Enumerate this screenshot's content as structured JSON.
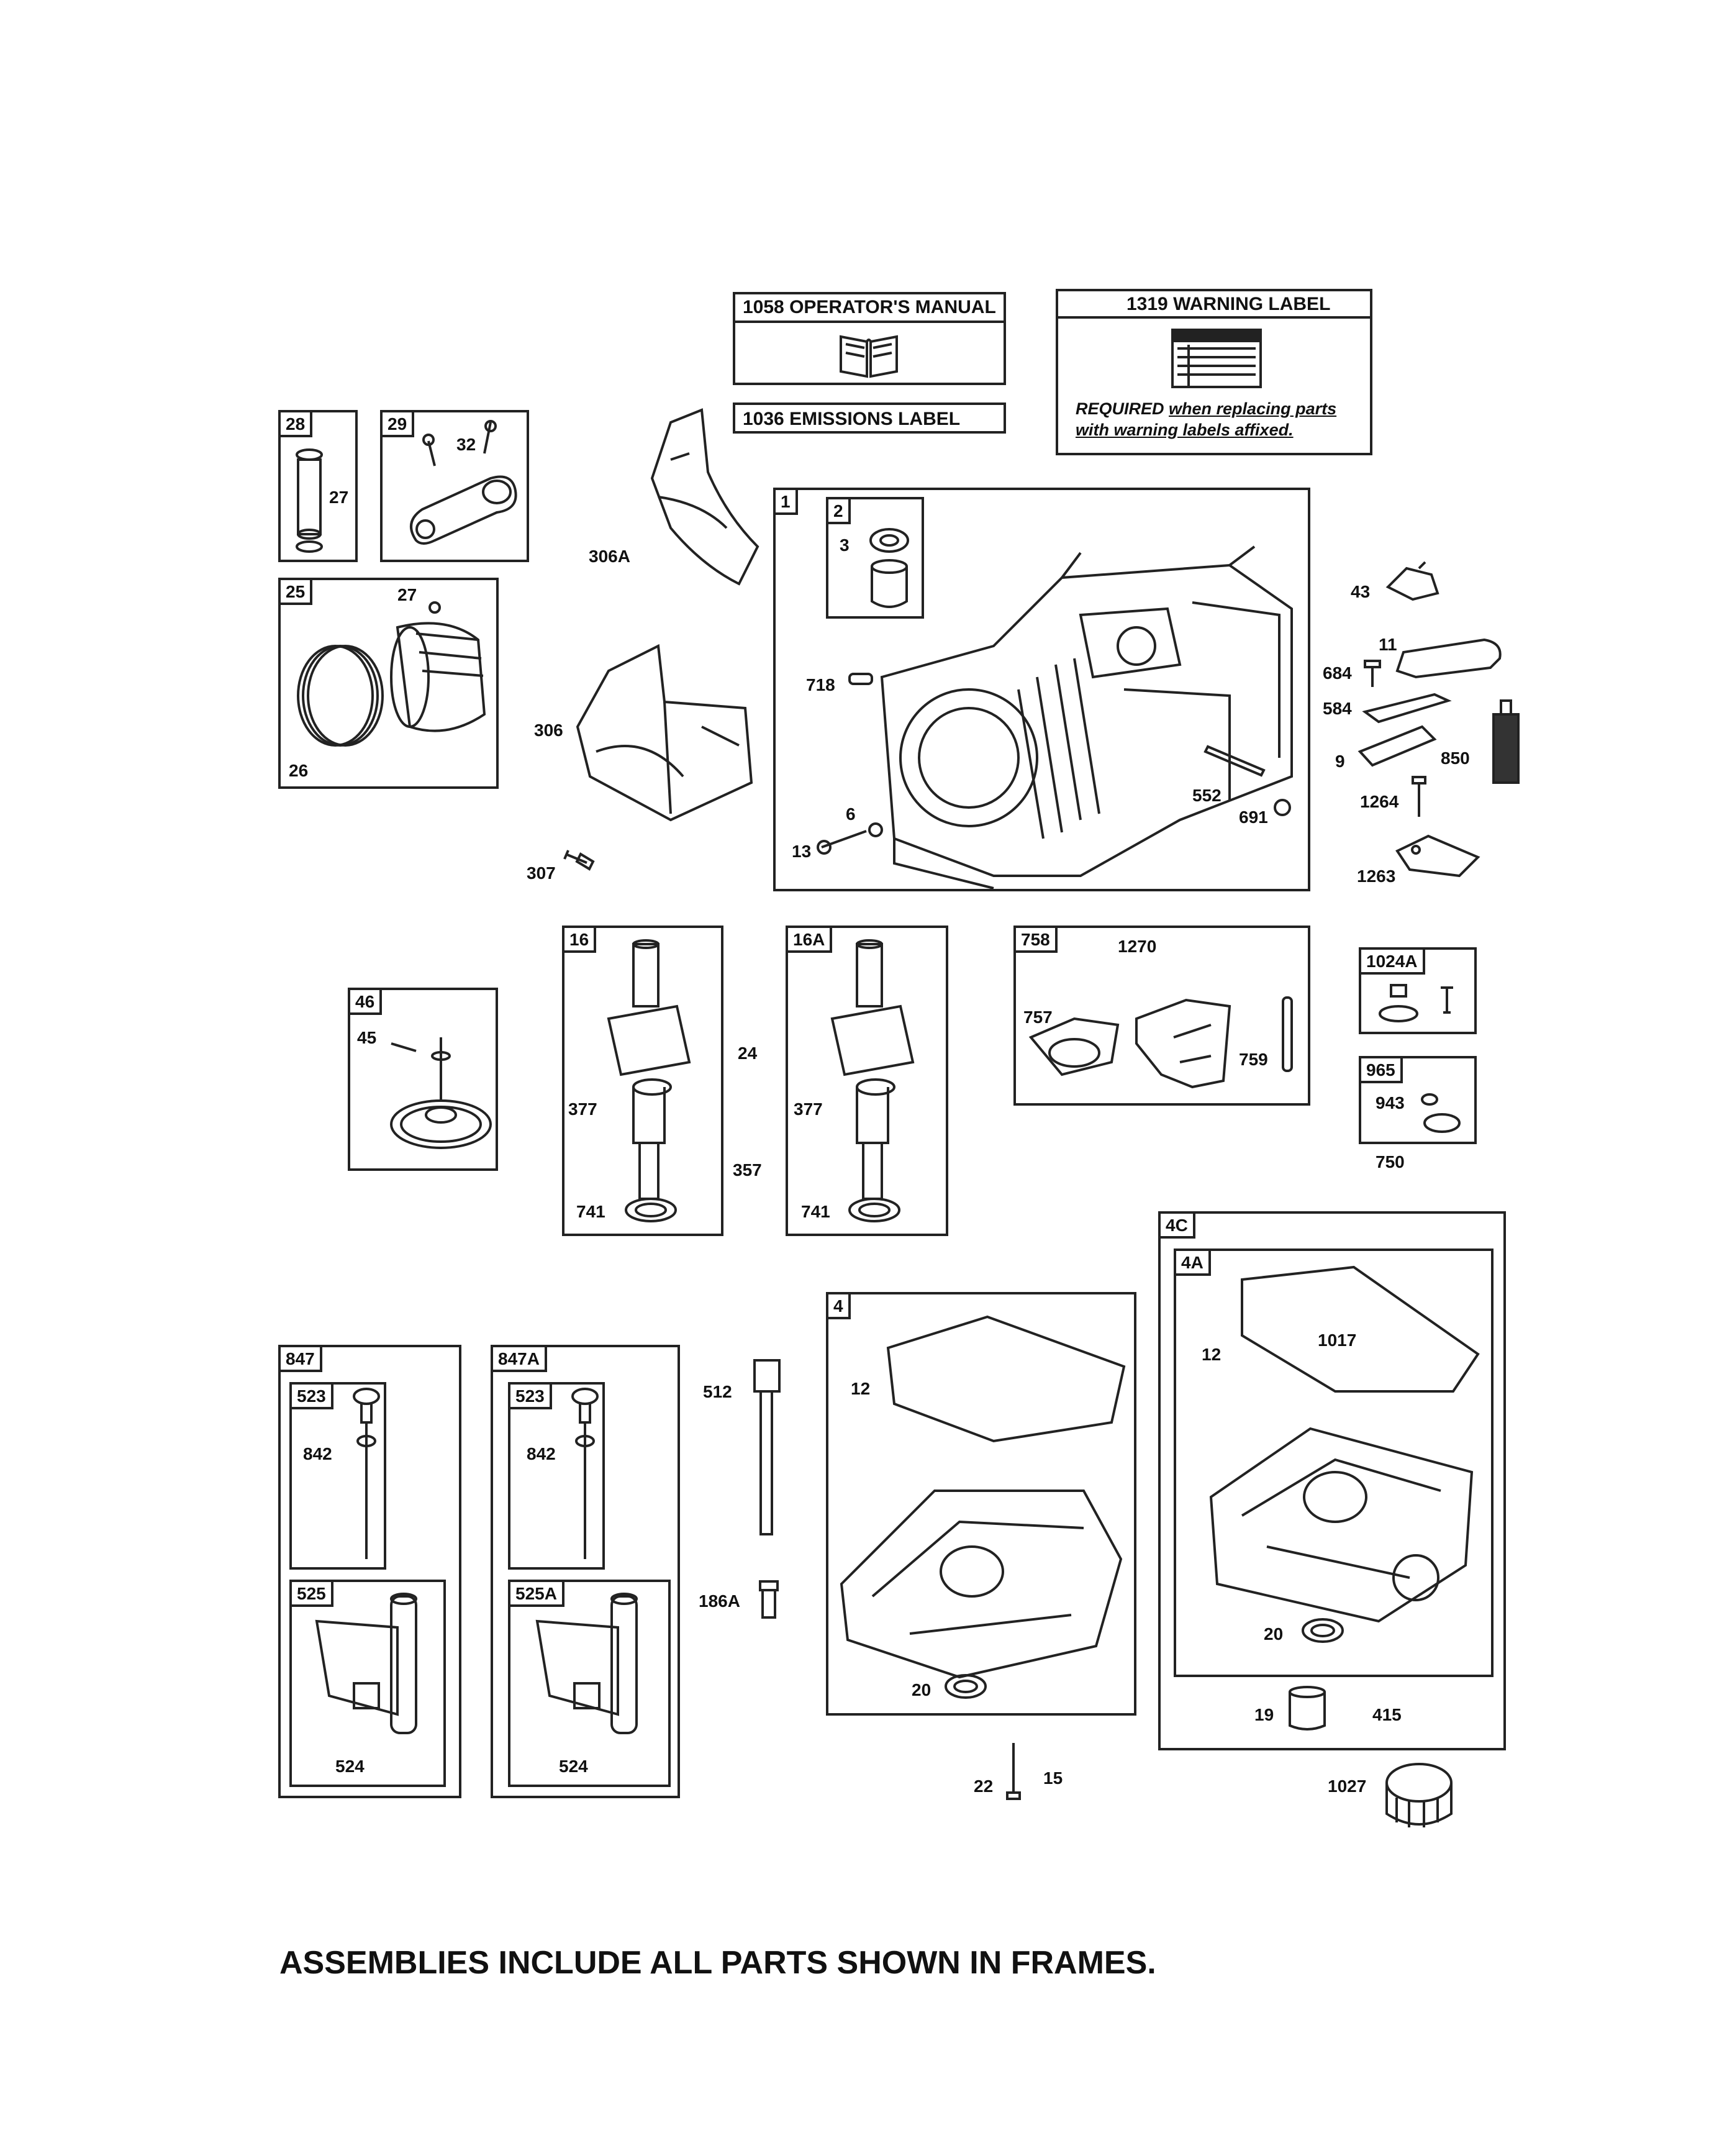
{
  "info_boxes": {
    "operators_manual": "1058 OPERATOR'S MANUAL",
    "emissions_label": "1036 EMISSIONS LABEL",
    "warning_label": "1319 WARNING LABEL",
    "warning_note_bold": "REQUIRED",
    "warning_note_rest": "when replacing parts with warning labels affixed."
  },
  "frame_tags": {
    "f28": "28",
    "f29": "29",
    "f25": "25",
    "f1": "1",
    "f2": "2",
    "f16": "16",
    "f16a": "16A",
    "f46": "46",
    "f758": "758",
    "f1024a": "1024A",
    "f965": "965",
    "f4c": "4C",
    "f4a": "4A",
    "f4": "4",
    "f847": "847",
    "f847a": "847A",
    "f523a": "523",
    "f525": "525",
    "f523b": "523",
    "f525a": "525A"
  },
  "part_labels": {
    "p27a": "27",
    "p32": "32",
    "p27b": "27",
    "p26": "26",
    "p306a": "306A",
    "p306": "306",
    "p307": "307",
    "p3": "3",
    "p718": "718",
    "p6": "6",
    "p13": "13",
    "p552": "552",
    "p691": "691",
    "p43": "43",
    "p11": "11",
    "p684": "684",
    "p584": "584",
    "p9": "9",
    "p850": "850",
    "p1264": "1264",
    "p1263": "1263",
    "p45": "45",
    "p377a": "377",
    "p741a": "741",
    "p24": "24",
    "p357": "357",
    "p377b": "377",
    "p741b": "741",
    "p1270": "1270",
    "p757": "757",
    "p759": "759",
    "p943": "943",
    "p750": "750",
    "p12a": "12",
    "p1017": "1017",
    "p12b": "12",
    "p20a": "20",
    "p20b": "20",
    "p19": "19",
    "p415": "415",
    "p512": "512",
    "p186a": "186A",
    "p22": "22",
    "p15": "15",
    "p1027": "1027",
    "p842a": "842",
    "p524a": "524",
    "p842b": "842",
    "p524b": "524"
  },
  "footer": "ASSEMBLIES INCLUDE ALL PARTS SHOWN IN FRAMES."
}
